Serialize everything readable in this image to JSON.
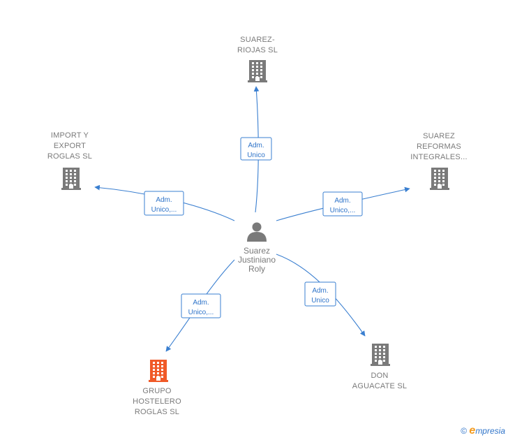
{
  "diagram": {
    "center": {
      "lines": [
        "Suarez",
        "Justiniano",
        "Roly"
      ]
    },
    "companies": [
      {
        "id": "suarez-riojas",
        "lines": [
          "SUAREZ-",
          "RIOJAS  SL"
        ],
        "role_lines": [
          "Adm.",
          "Unico"
        ],
        "highlight": false
      },
      {
        "id": "import-export-roglas",
        "lines": [
          "IMPORT Y",
          "EXPORT",
          "ROGLAS  SL"
        ],
        "role_lines": [
          "Adm.",
          "Unico,..."
        ],
        "highlight": false
      },
      {
        "id": "suarez-reformas",
        "lines": [
          "SUAREZ",
          "REFORMAS",
          "INTEGRALES..."
        ],
        "role_lines": [
          "Adm.",
          "Unico,..."
        ],
        "highlight": false
      },
      {
        "id": "grupo-hostelero-roglas",
        "lines": [
          "GRUPO",
          "HOSTELERO",
          "ROGLAS  SL"
        ],
        "role_lines": [
          "Adm.",
          "Unico,..."
        ],
        "highlight": true
      },
      {
        "id": "don-aguacate",
        "lines": [
          "DON",
          "AGUACATE  SL"
        ],
        "role_lines": [
          "Adm.",
          "Unico"
        ],
        "highlight": false
      }
    ]
  },
  "colors": {
    "edge": "#3a7fd0",
    "building": "#7a7a7a",
    "building_highlight": "#f05a28",
    "person": "#7a7a7a",
    "text": "#7a7a7a",
    "label_border": "#3a7fd0"
  },
  "footer": {
    "copyright": "©",
    "brand_initial": "e",
    "brand_rest": "mpresia"
  }
}
